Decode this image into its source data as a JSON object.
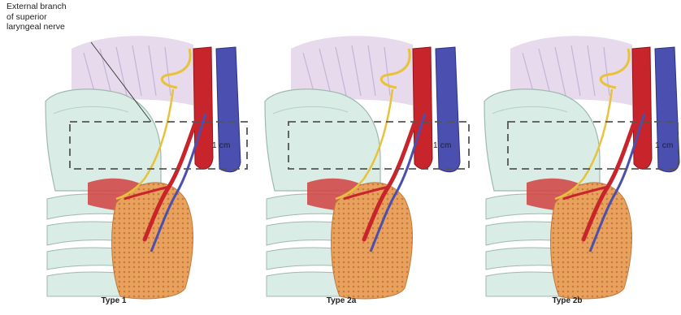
{
  "annotation": {
    "lines": [
      "External branch",
      "of superior",
      "laryngeal nerve"
    ]
  },
  "panels": [
    {
      "caption": "Type 1",
      "distance_label": "1 cm"
    },
    {
      "caption": "Type 2a",
      "distance_label": "1 cm"
    },
    {
      "caption": "Type 2b",
      "distance_label": "1 cm"
    }
  ],
  "colors": {
    "artery": "#c8242b",
    "vein": "#4a4fb0",
    "nerve": "#e8c23a",
    "cartilage": "#d9ece6",
    "gland": "#e9a25e",
    "muscle": "#d8c9e0",
    "dashed_box": "#555555"
  }
}
